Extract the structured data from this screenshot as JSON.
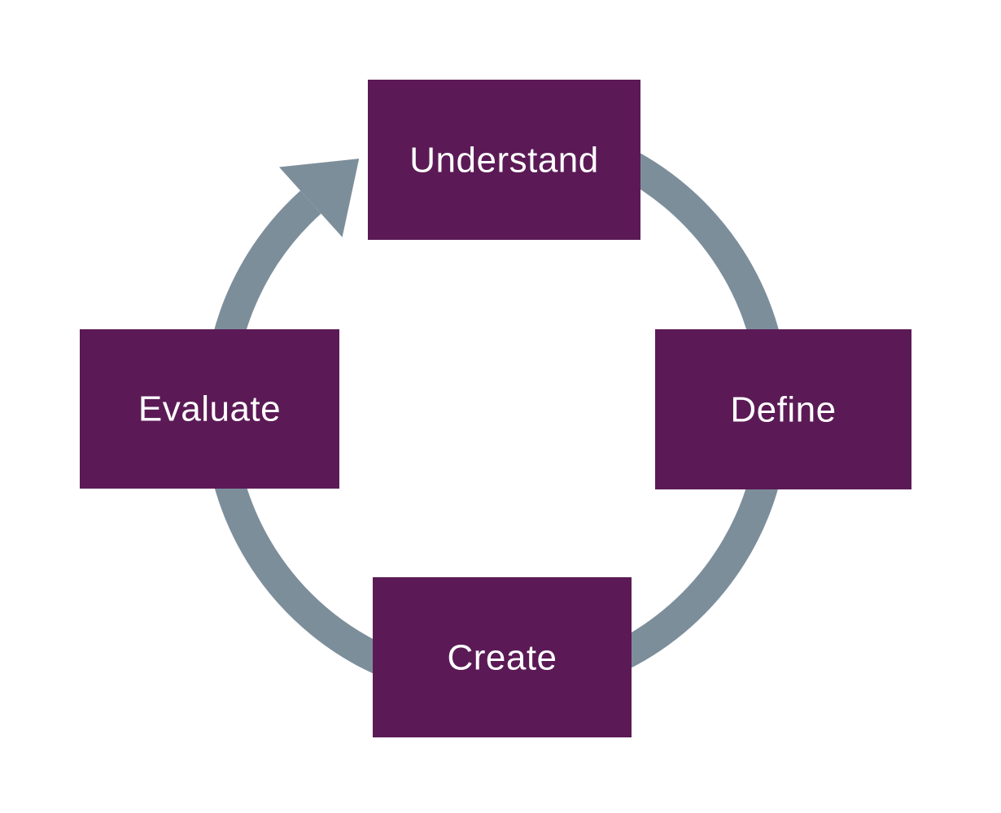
{
  "diagram": {
    "type": "cycle",
    "flow_direction": "clockwise",
    "steps": [
      {
        "label": "Understand",
        "position": "top"
      },
      {
        "label": "Define",
        "position": "right"
      },
      {
        "label": "Create",
        "position": "bottom"
      },
      {
        "label": "Evaluate",
        "position": "left"
      }
    ]
  },
  "colors": {
    "box": "#5b1a56",
    "arrow": "#7d8e9b",
    "label_text": "#ffffff",
    "background": "#ffffff"
  }
}
